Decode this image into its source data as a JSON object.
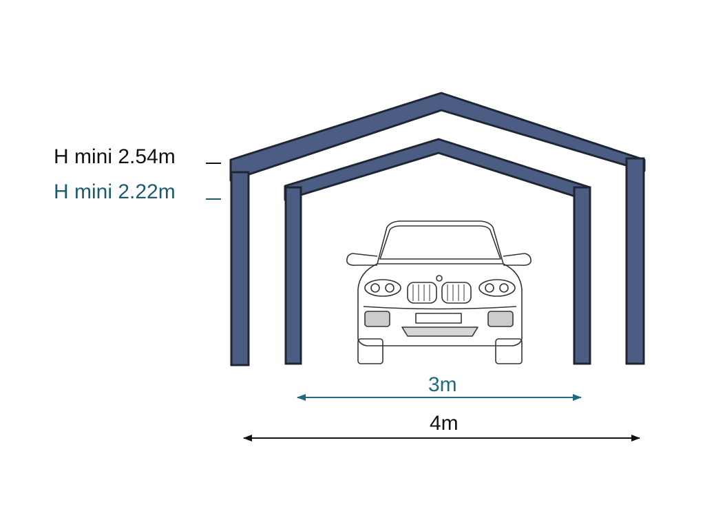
{
  "labels": {
    "outer_height": "H mini 2.54m",
    "inner_height": "H mini 2.22m",
    "inner_width": "3m",
    "outer_width": "4m"
  },
  "colors": {
    "outer_text": "#111111",
    "inner_text": "#1e5a6e",
    "frame_fill": "#4b5d82",
    "frame_edge": "#1f2633",
    "outer_arrow": "#111111",
    "inner_arrow": "#1e6a80",
    "car_line": "#333333"
  }
}
